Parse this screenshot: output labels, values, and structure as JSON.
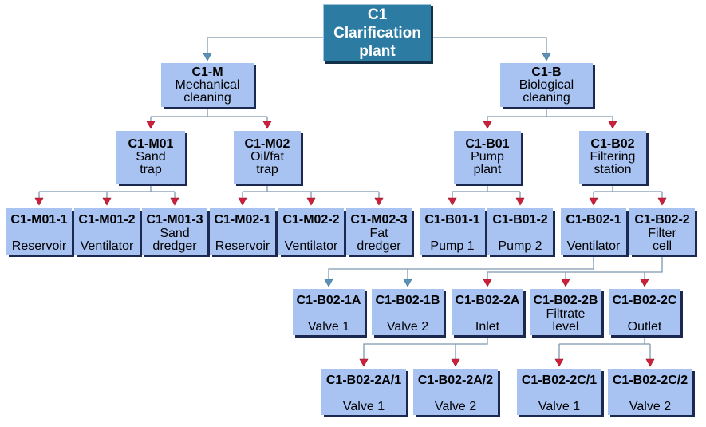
{
  "diagram": {
    "nodes": [
      {
        "code": "C1",
        "text": [
          "Clarification",
          "plant"
        ]
      },
      {
        "code": "C1-M",
        "text": [
          "Mechanical",
          "cleaning"
        ]
      },
      {
        "code": "C1-B",
        "text": [
          "Biological",
          "cleaning"
        ]
      },
      {
        "code": "C1-M01",
        "text": [
          "Sand",
          "trap"
        ]
      },
      {
        "code": "C1-M02",
        "text": [
          "Oil/fat",
          "trap"
        ]
      },
      {
        "code": "C1-B01",
        "text": [
          "Pump",
          "plant"
        ]
      },
      {
        "code": "C1-B02",
        "text": [
          "Filtering",
          "station"
        ]
      },
      {
        "code": "C1-M01-1",
        "text": [
          "Reservoir"
        ]
      },
      {
        "code": "C1-M01-2",
        "text": [
          "Ventilator"
        ]
      },
      {
        "code": "C1-M01-3",
        "text": [
          "Sand",
          "dredger"
        ]
      },
      {
        "code": "C1-M02-1",
        "text": [
          "Reservoir"
        ]
      },
      {
        "code": "C1-M02-2",
        "text": [
          "Ventilator"
        ]
      },
      {
        "code": "C1-M02-3",
        "text": [
          "Fat",
          "dredger"
        ]
      },
      {
        "code": "C1-B01-1",
        "text": [
          "Pump 1"
        ]
      },
      {
        "code": "C1-B01-2",
        "text": [
          "Pump 2"
        ]
      },
      {
        "code": "C1-B02-1",
        "text": [
          "Ventilator"
        ]
      },
      {
        "code": "C1-B02-2",
        "text": [
          "Filter",
          "cell"
        ]
      },
      {
        "code": "C1-B02-1A",
        "text": [
          "Valve 1"
        ]
      },
      {
        "code": "C1-B02-1B",
        "text": [
          "Valve 2"
        ]
      },
      {
        "code": "C1-B02-2A",
        "text": [
          "Inlet"
        ]
      },
      {
        "code": "C1-B02-2B",
        "text": [
          "Filtrate",
          "level"
        ]
      },
      {
        "code": "C1-B02-2C",
        "text": [
          "Outlet"
        ]
      },
      {
        "code": "C1-B02-2A/1",
        "text": [
          "Valve 1"
        ]
      },
      {
        "code": "C1-B02-2A/2",
        "text": [
          "Valve 2"
        ]
      },
      {
        "code": "C1-B02-2C/1",
        "text": [
          "Valve 1"
        ]
      },
      {
        "code": "C1-B02-2C/2",
        "text": [
          "Valve 2"
        ]
      }
    ]
  },
  "colors": {
    "node_fill": "#a8c3f2",
    "shadow": "#1b2950",
    "root_fill": "#2b7ba3",
    "root_shadow": "#12324a",
    "connector": "#7d98ad",
    "arrow_red": "#d11f3b",
    "arrow_blue": "#5b92b6"
  }
}
